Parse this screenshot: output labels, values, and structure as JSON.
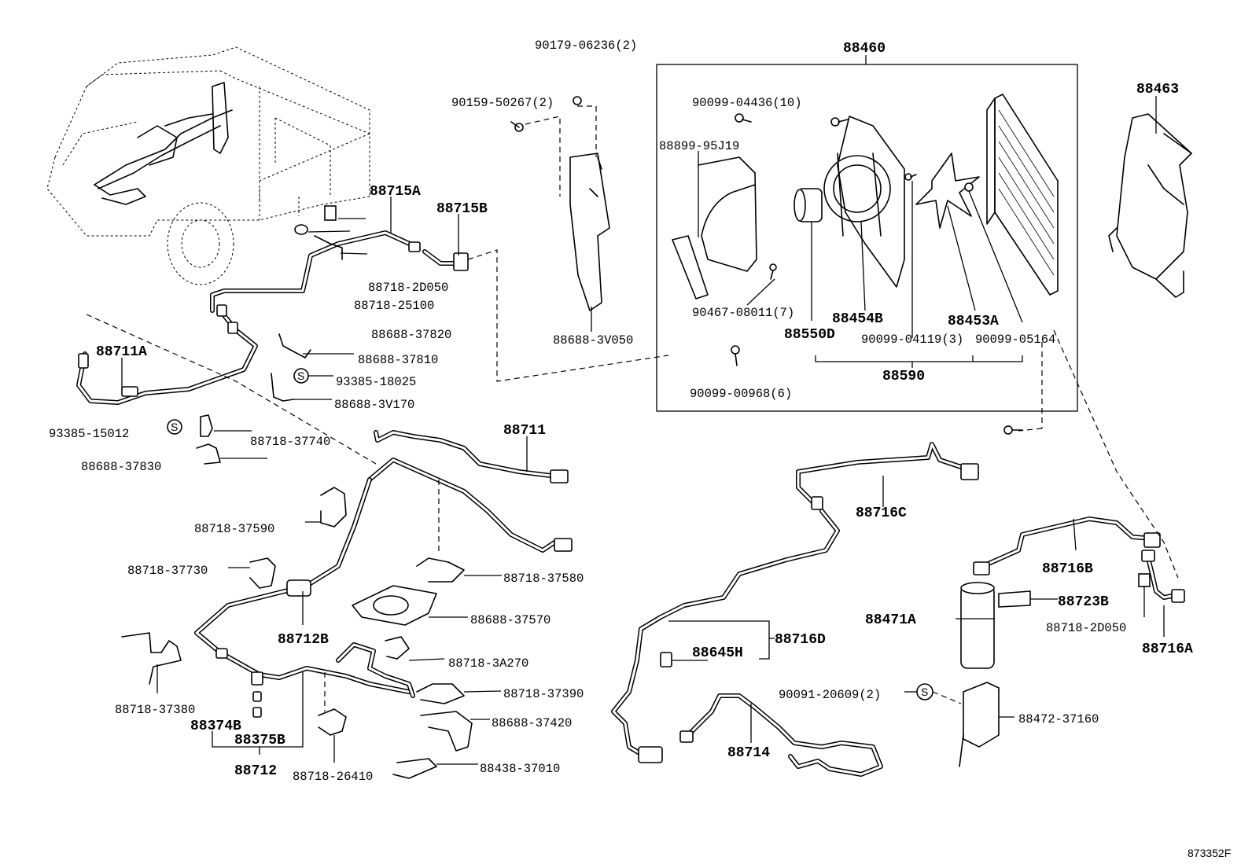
{
  "diagram_id": "873352F",
  "labels": {
    "p90179": "90179-06236(2)",
    "p90159": "90159-50267(2)",
    "p88688_3V050": "88688-3V050",
    "p88460": "88460",
    "p90099_04436": "90099-04436(10)",
    "p88899": "88899-95J19",
    "p90467": "90467-08011(7)",
    "p88454B": "88454B",
    "p88550D": "88550D",
    "p88453A": "88453A",
    "p90099_04119": "90099-04119(3)",
    "p90099_05164": "90099-05164",
    "p88590": "88590",
    "p90099_00968": "90099-00968(6)",
    "p88463": "88463",
    "p88715A": "88715A",
    "p88715B": "88715B",
    "p88718_2D050a": "88718-2D050",
    "p88718_25100": "88718-25100",
    "p88688_37820": "88688-37820",
    "p88688_37810": "88688-37810",
    "p93385_18025": "93385-18025",
    "p88688_3V170": "88688-3V170",
    "p88711A": "88711A",
    "p93385_15012": "93385-15012",
    "p88718_37740": "88718-37740",
    "p88688_37830": "88688-37830",
    "p88711": "88711",
    "p88718_37590": "88718-37590",
    "p88718_37730": "88718-37730",
    "p88718_37580": "88718-37580",
    "p88688_37570": "88688-37570",
    "p88712B": "88712B",
    "p88718_3A270": "88718-3A270",
    "p88718_37390": "88718-37390",
    "p88688_37420": "88688-37420",
    "p88438_37010": "88438-37010",
    "p88718_37380": "88718-37380",
    "p88374B": "88374B",
    "p88375B": "88375B",
    "p88712": "88712",
    "p88718_26410": "88718-26410",
    "p88716C": "88716C",
    "p88716B": "88716B",
    "p88723B": "88723B",
    "p88718_2D050b": "88718-2D050",
    "p88716A": "88716A",
    "p88471A": "88471A",
    "p88716D": "88716D",
    "p88645H": "88645H",
    "p90091": "90091-20609(2)",
    "p88472": "88472-37160",
    "p88714": "88714",
    "s_mark": "S"
  }
}
